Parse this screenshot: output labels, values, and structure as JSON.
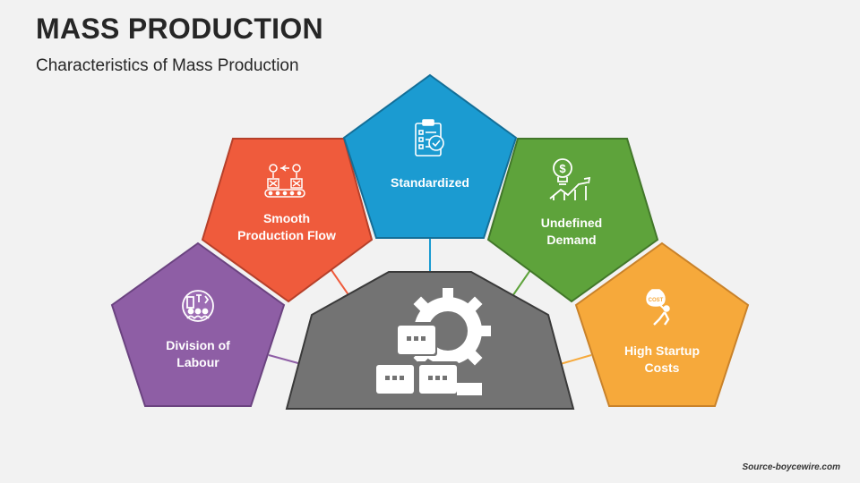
{
  "header": {
    "title": "MASS PRODUCTION",
    "subtitle": "Characteristics of Mass Production"
  },
  "center": {
    "icon": "factory-gear-icon",
    "color": "#737373"
  },
  "items": [
    {
      "label": "Division of\nLabour",
      "color": "#8e5ea5",
      "icon": "team-tools-icon"
    },
    {
      "label": "Smooth\nProduction Flow",
      "color": "#ef5b3c",
      "icon": "conveyor-belt-icon"
    },
    {
      "label": "Standardized",
      "color": "#1b9bd1",
      "icon": "checklist-icon"
    },
    {
      "label": "Undefined\nDemand",
      "color": "#5ea33b",
      "icon": "dollar-growth-icon"
    },
    {
      "label": "High Startup\nCosts",
      "color": "#f6a93b",
      "icon": "cost-burden-icon"
    }
  ],
  "footer": {
    "source": "Source-boycewire.com"
  }
}
